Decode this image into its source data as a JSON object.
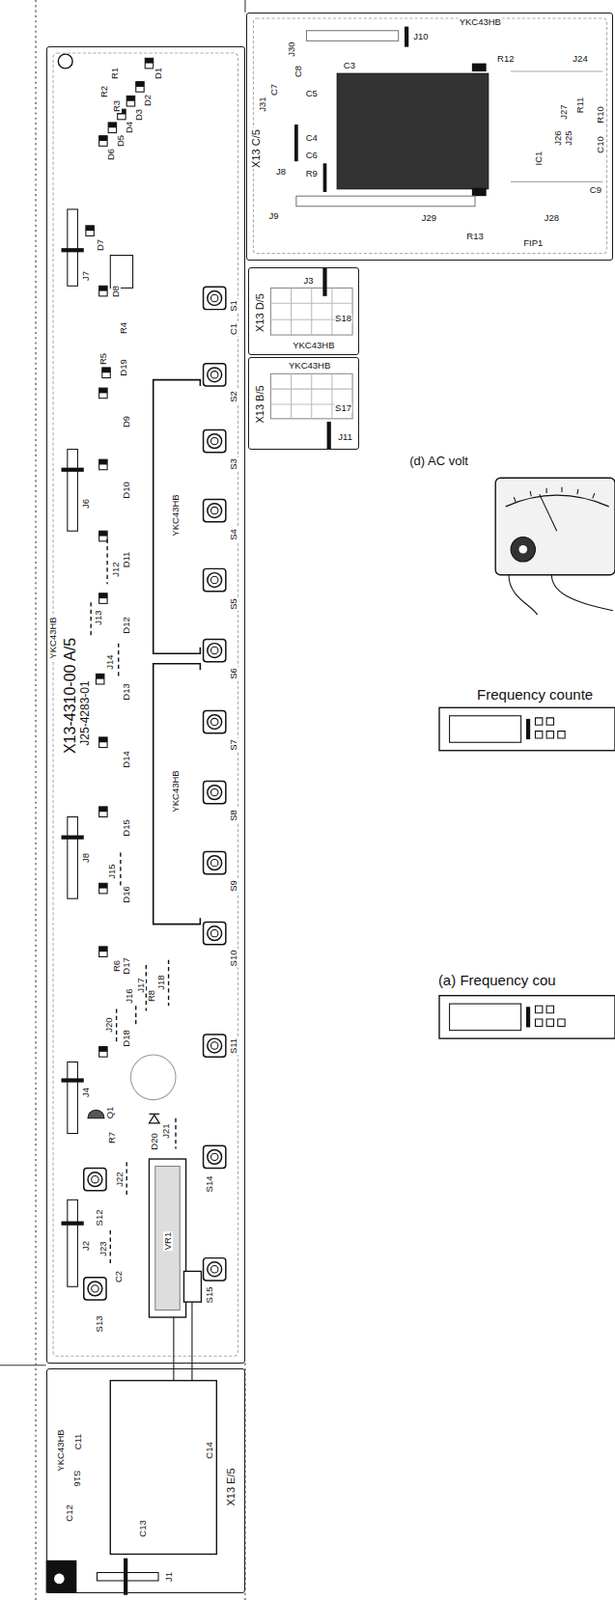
{
  "diagram": {
    "nodes": [
      {
        "text": [
          "X13-4310-00 A/5",
          "J25-4283-01"
        ]
      },
      {
        "text": [
          "X13 C/5"
        ]
      },
      {
        "text": [
          "X13 D/5"
        ]
      },
      {
        "text": [
          "X13 B/5"
        ]
      },
      {
        "text": [
          "X13 E/5"
        ]
      }
    ],
    "labels": [
      "R1",
      "D1",
      "R2",
      "R3",
      "D2",
      "D3",
      "D4",
      "D5",
      "D6",
      "D7",
      "J7",
      "D8",
      "S1",
      "C1",
      "R4",
      "R5",
      "D19",
      "S2",
      "D9",
      "S3",
      "D10",
      "J6",
      "S4",
      "D11",
      "J12",
      "S5",
      "J13",
      "D12",
      "S6",
      "J14",
      "D13",
      "S7",
      "D14",
      "S8",
      "D15",
      "J8",
      "J15",
      "S9",
      "D16",
      "S10",
      "R6",
      "D17",
      "J16",
      "J17",
      "R8",
      "J18",
      "J20",
      "D18",
      "S11",
      "J4",
      "Q1",
      "R7",
      "D20",
      "J21",
      "S14",
      "J22",
      "S12",
      "J2",
      "J23",
      "VR1",
      "C2",
      "S15",
      "S13",
      "YKC43HB",
      "YKC43HB",
      "YKC43HB",
      "YKC43HB",
      "C11",
      "S16",
      "C12",
      "C13",
      "C14",
      "J1",
      "YKC43HB",
      "J10",
      "J30",
      "C8",
      "C7",
      "C5",
      "R12",
      "J24",
      "C3",
      "J31",
      "C4",
      "C6",
      "J8",
      "R9",
      "J27",
      "R11",
      "R10",
      "J26",
      "J25",
      "C10",
      "IC1",
      "C9",
      "J9",
      "J29",
      "J28",
      "R13",
      "FIP1",
      "J3",
      "S18",
      "YKC43HB",
      "YKC43HB",
      "S17",
      "J11",
      "(d) AC volt",
      "Frequency counte",
      "(a) Frequency cou"
    ]
  }
}
